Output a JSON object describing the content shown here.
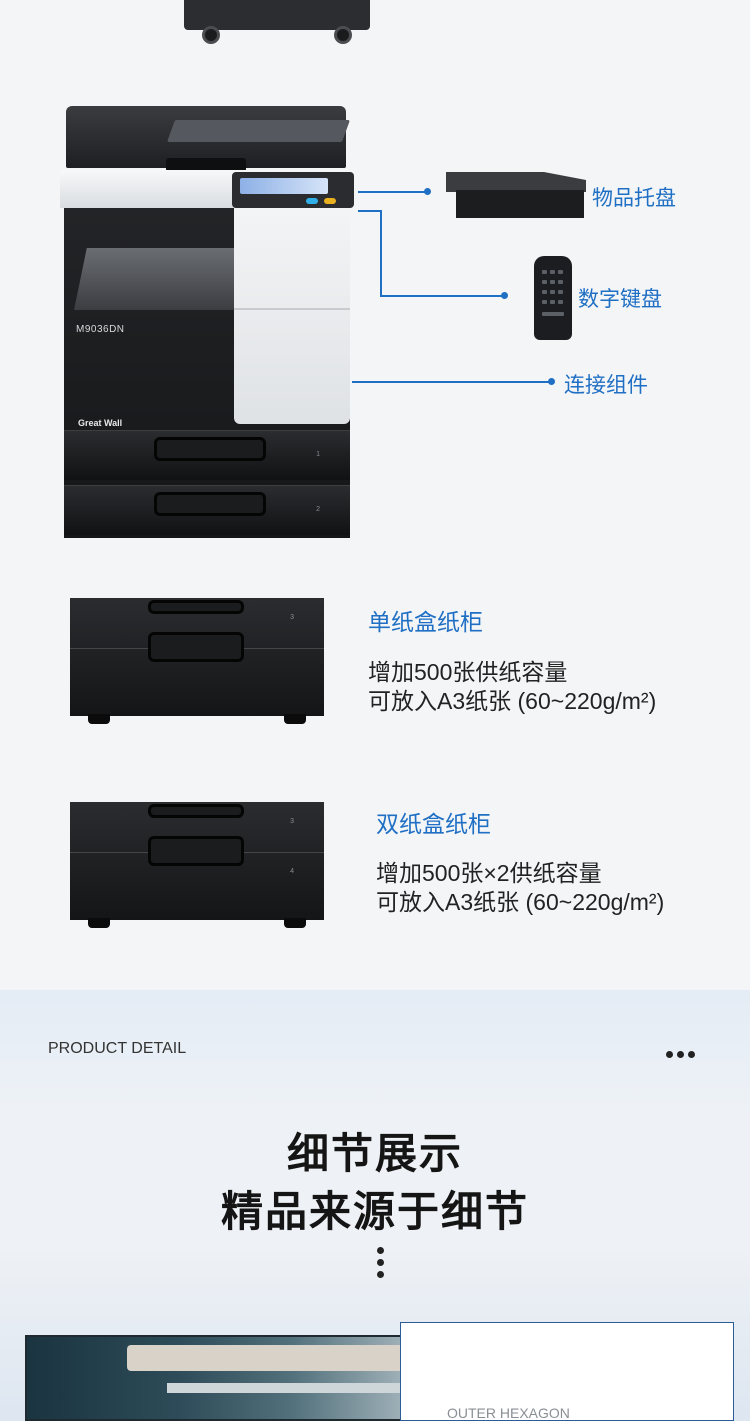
{
  "product": {
    "model": "M9036DN",
    "brand": "Great Wall",
    "drawers": [
      "1",
      "2"
    ]
  },
  "accessories": [
    {
      "label": "物品托盘"
    },
    {
      "label": "数字键盘"
    },
    {
      "label": "连接组件"
    }
  ],
  "cabinets": [
    {
      "title": "单纸盒纸柜",
      "line1": "增加500张供纸容量",
      "line2": "可放入A3纸张 (60~220g/m²)",
      "drawers": [
        "3"
      ]
    },
    {
      "title": "双纸盒纸柜",
      "line1": "增加500张×2供纸容量",
      "line2": "可放入A3纸张 (60~220g/m²)",
      "drawers": [
        "3",
        "4"
      ]
    }
  ],
  "detail": {
    "label": "PRODUCT DETAIL",
    "title1": "细节展示",
    "title2": "精品来源于细节",
    "card_label": "OUTER HEXAGON"
  },
  "colors": {
    "accent": "#1f6fc4",
    "dark": "#151618"
  }
}
